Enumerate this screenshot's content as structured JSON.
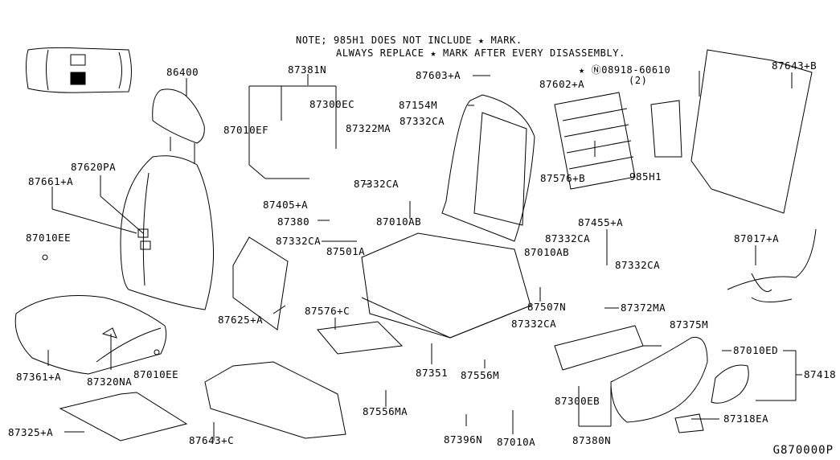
{
  "diagram": {
    "title_code": "G870000P",
    "notes": {
      "line1": "NOTE; 985H1 DOES NOT INCLUDE ★ MARK.",
      "line2": "ALWAYS REPLACE ★ MARK AFTER EVERY DISASSEMBLY.",
      "special_part": "★ Ⓝ08918-60610",
      "special_qty": "(2)"
    },
    "labels": {
      "p86400": "86400",
      "p87381N": "87381N",
      "p87300EC": "87300EC",
      "p87010EF": "87010EF",
      "p87322MA": "87322MA",
      "p87332CA_1": "87332CA",
      "p87332CA_2": "87332CA",
      "p87332CA_3": "87332CA",
      "p87332CA_4": "87332CA",
      "p87332CA_5": "87332CA",
      "p87332CA_6": "87332CA",
      "p87603A": "87603+A",
      "p87602A": "87602+A",
      "p87154M": "87154M",
      "p87576B": "87576+B",
      "p985H1": "985H1",
      "p87643B": "87643+B",
      "p87620PA": "87620PA",
      "p87661A": "87661+A",
      "p87010EE_1": "87010EE",
      "p87010EE_2": "87010EE",
      "p87405A": "87405+A",
      "p87380": "87380",
      "p87010AB_1": "87010AB",
      "p87010AB_2": "87010AB",
      "p87501A": "87501A",
      "p87455A": "87455+A",
      "p87017A": "87017+A",
      "p87625A": "87625+A",
      "p87576C": "87576+C",
      "p87507N": "87507N",
      "p87372MA": "87372MA",
      "p87375M": "87375M",
      "p87361A": "87361+A",
      "p87320NA": "87320NA",
      "p87351": "87351",
      "p87556M": "87556M",
      "p87010ED": "87010ED",
      "p87418": "87418",
      "p87300EB": "87300EB",
      "p87556MA": "87556MA",
      "p87325A": "87325+A",
      "p87643C": "87643+C",
      "p87396N": "87396N",
      "p87010A": "87010A",
      "p87380N": "87380N",
      "p87318EA": "87318EA"
    },
    "icons": {
      "car_locator": "vehicle-top-view-icon",
      "star_mark": "star-icon"
    },
    "colors": {
      "ink": "#000000",
      "background": "#ffffff"
    }
  }
}
